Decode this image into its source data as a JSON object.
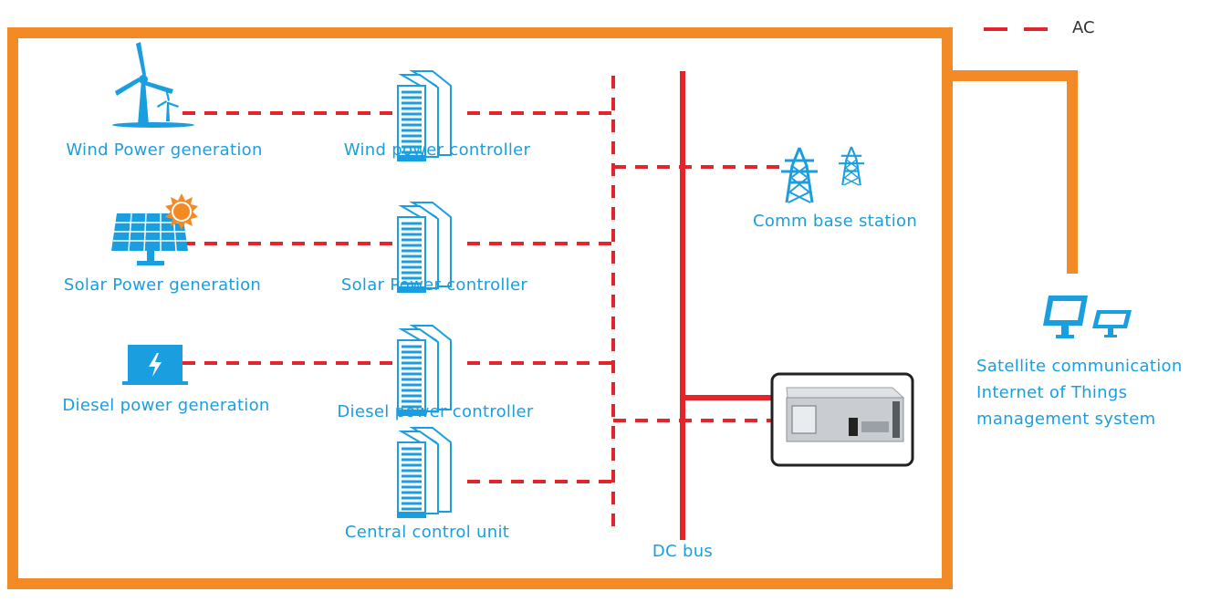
{
  "colors": {
    "frame": "#F28A25",
    "ac_line": "#E3242B",
    "dc_bus": "#E3242B",
    "icon": "#1A9EE0",
    "sun": "#F28A25"
  },
  "legend": {
    "ac_label": "AC"
  },
  "sources": [
    {
      "label": "Wind Power generation",
      "icon": "wind-turbine-icon"
    },
    {
      "label": "Solar Power generation",
      "icon": "solar-panel-icon"
    },
    {
      "label": "Diesel power generation",
      "icon": "diesel-generator-icon"
    }
  ],
  "controllers": [
    {
      "label": "Wind power controller",
      "icon": "controller-icon"
    },
    {
      "label": "Solar Power controller",
      "icon": "controller-icon"
    },
    {
      "label": "Diesel power controller",
      "icon": "controller-icon"
    },
    {
      "label": "Central control unit",
      "icon": "controller-icon"
    }
  ],
  "bus": {
    "label": "DC bus"
  },
  "loads": {
    "base_station": {
      "label": "Comm base station",
      "icon": "transmission-tower-icon"
    },
    "battery": {
      "icon": "battery-rack-icon"
    }
  },
  "satellite": {
    "icon": "monitor-icon",
    "lines": [
      "Satellite communication",
      "Internet of Things",
      "management system"
    ]
  }
}
